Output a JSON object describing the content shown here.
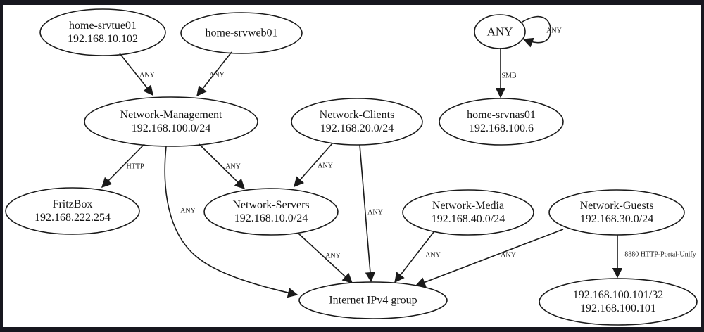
{
  "diagram": {
    "type": "network-policy-graph",
    "colors": {
      "stroke": "#1a1a1a",
      "background": "#ffffff",
      "frame": "#17171f",
      "text": "#141414"
    },
    "nodes": {
      "srvtue01": {
        "line1": "home-srvtue01",
        "line2": "192.168.10.102"
      },
      "srvweb01": {
        "line1": "home-srvweb01"
      },
      "any": {
        "line1": "ANY"
      },
      "mgmt": {
        "line1": "Network-Management",
        "line2": "192.168.100.0/24"
      },
      "clients": {
        "line1": "Network-Clients",
        "line2": "192.168.20.0/24"
      },
      "srvnas01": {
        "line1": "home-srvnas01",
        "line2": "192.168.100.6"
      },
      "fritzbox": {
        "line1": "FritzBox",
        "line2": "192.168.222.254"
      },
      "servers": {
        "line1": "Network-Servers",
        "line2": "192.168.10.0/24"
      },
      "media": {
        "line1": "Network-Media",
        "line2": "192.168.40.0/24"
      },
      "guests": {
        "line1": "Network-Guests",
        "line2": "192.168.30.0/24"
      },
      "internet": {
        "line1": "Internet IPv4 group"
      },
      "unify": {
        "line1": "192.168.100.101/32",
        "line2": "192.168.100.101"
      }
    },
    "edges": [
      {
        "from": "home-srvtue01",
        "to": "Network-Management",
        "label": "ANY"
      },
      {
        "from": "home-srvweb01",
        "to": "Network-Management",
        "label": "ANY"
      },
      {
        "from": "ANY",
        "to": "ANY",
        "label": "ANY"
      },
      {
        "from": "ANY",
        "to": "home-srvnas01",
        "label": "SMB"
      },
      {
        "from": "Network-Management",
        "to": "FritzBox",
        "label": "HTTP"
      },
      {
        "from": "Network-Management",
        "to": "Network-Servers",
        "label": "ANY"
      },
      {
        "from": "Network-Management",
        "to": "Internet IPv4 group",
        "label": "ANY"
      },
      {
        "from": "Network-Clients",
        "to": "Network-Servers",
        "label": "ANY"
      },
      {
        "from": "Network-Clients",
        "to": "Internet IPv4 group",
        "label": "ANY"
      },
      {
        "from": "Network-Servers",
        "to": "Internet IPv4 group",
        "label": "ANY"
      },
      {
        "from": "Network-Media",
        "to": "Internet IPv4 group",
        "label": "ANY"
      },
      {
        "from": "Network-Guests",
        "to": "Internet IPv4 group",
        "label": "ANY"
      },
      {
        "from": "Network-Guests",
        "to": "192.168.100.101/32",
        "label": "8880 HTTP-Portal-Unify"
      }
    ]
  }
}
